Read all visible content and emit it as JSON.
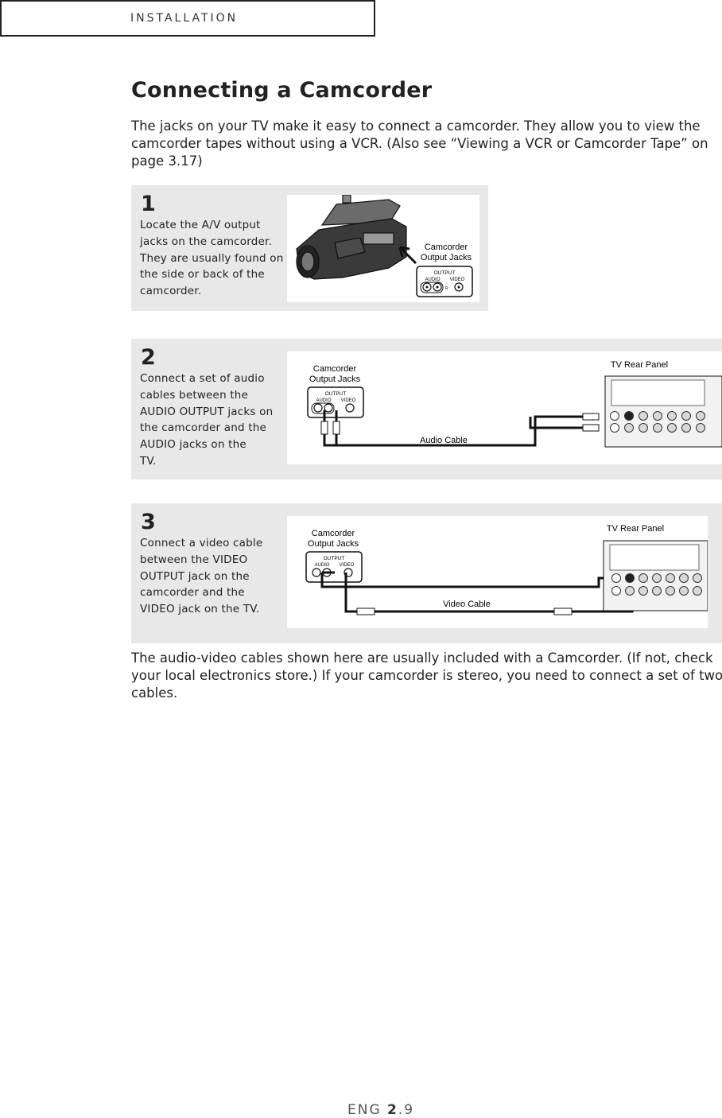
{
  "header": {
    "section": "INSTALLATION"
  },
  "title": "Connecting a Camcorder",
  "intro": "The jacks on your TV make it easy to connect a camcorder. They allow you to view the camcorder tapes without using a VCR. (Also see “Viewing a VCR or Camcorder Tape” on page 3.17)",
  "steps": [
    {
      "number": "1",
      "text": "Locate the A/V output\njacks on the camcorder.\nThey are usually found on\nthe side or back of the\ncamcorder."
    },
    {
      "number": "2",
      "text": "Connect a set of audio\ncables between the\nAUDIO OUTPUT jacks on\nthe camcorder and the\nAUDIO jacks on the\n TV."
    },
    {
      "number": "3",
      "text": "Connect a video cable\nbetween the VIDEO\nOUTPUT jack on the\ncamcorder and the\nVIDEO jack on the TV."
    }
  ],
  "figures": {
    "camcorder_jacks_label_line1": "Camcorder",
    "camcorder_jacks_label_line2": "Output Jacks",
    "output_label": "OUTPUT",
    "audio_label": "AUDIO",
    "video_label": "VIDEO",
    "right_marker": "R",
    "tv_rear_panel": "TV Rear Panel",
    "audio_cable": "Audio Cable",
    "video_cable": "Video Cable"
  },
  "outro": "The audio-video cables shown here are usually included with a Camcorder. (If not, check your local electronics store.) If your camcorder is stereo, you need to connect a set of two cables.",
  "footer": {
    "prefix": "ENG ",
    "chapter": "2",
    "page": ".9"
  }
}
